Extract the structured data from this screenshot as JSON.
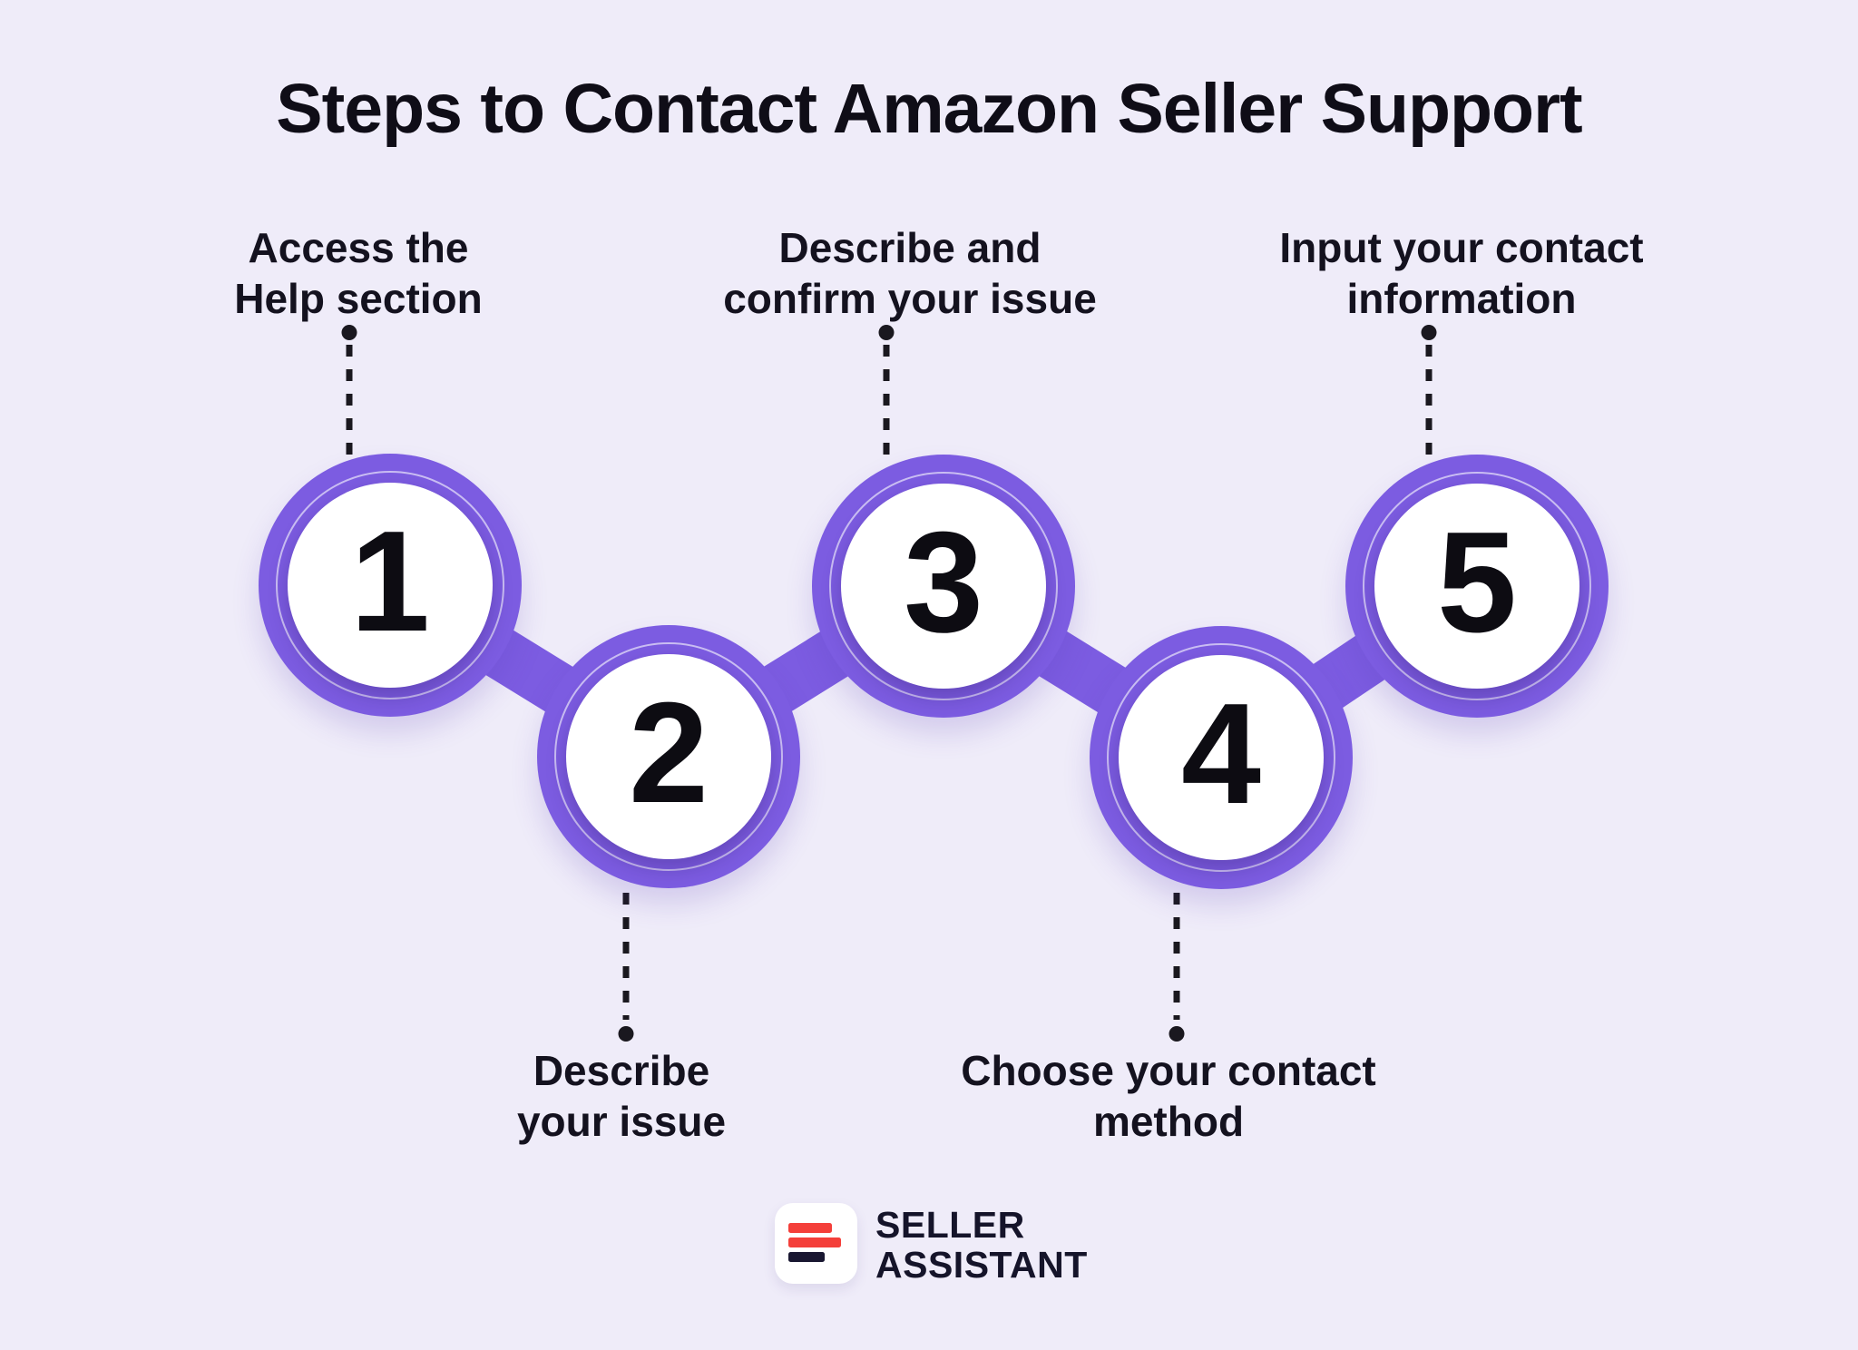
{
  "title": "Steps to Contact Amazon Seller Support",
  "steps": [
    {
      "number": "1",
      "label_lines": [
        "Access the",
        "Help section"
      ],
      "label_position": "top"
    },
    {
      "number": "2",
      "label_lines": [
        "Describe",
        "your issue"
      ],
      "label_position": "bottom"
    },
    {
      "number": "3",
      "label_lines": [
        "Describe and",
        "confirm your issue"
      ],
      "label_position": "top"
    },
    {
      "number": "4",
      "label_lines": [
        "Choose your contact",
        "method"
      ],
      "label_position": "bottom"
    },
    {
      "number": "5",
      "label_lines": [
        "Input your contact",
        "information"
      ],
      "label_position": "top"
    }
  ],
  "logo": {
    "line1": "SELLER",
    "line2": "ASSISTANT"
  },
  "colors": {
    "background": "#EFECF9",
    "accent_purple": "#7C5CE1",
    "circle_fill": "#FFFFFF",
    "text_dark": "#14121F",
    "dotted_line": "#1A181F",
    "logo_red": "#F43F3A",
    "logo_dark_bar": "#191731"
  }
}
